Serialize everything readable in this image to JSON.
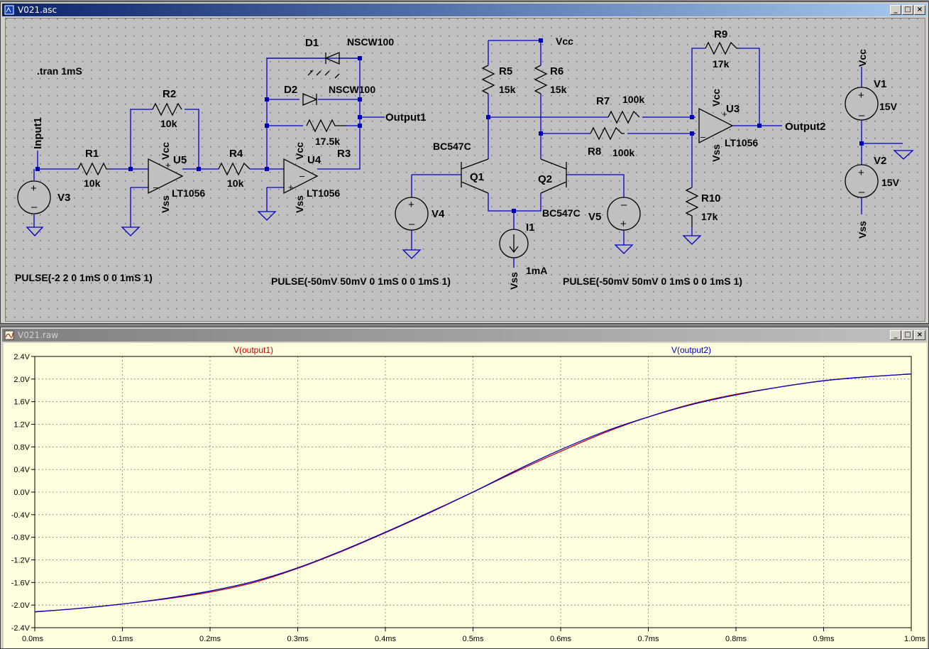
{
  "schematic_window": {
    "title": "V021.asc",
    "buttons": [
      "_",
      "□",
      "×"
    ]
  },
  "schematic": {
    "directive": ".tran 1mS",
    "components": {
      "R1": {
        "name": "R1",
        "value": "10k"
      },
      "R2": {
        "name": "R2",
        "value": "10k"
      },
      "R3": {
        "name": "R3",
        "value": "17.5k"
      },
      "R4": {
        "name": "R4",
        "value": "10k"
      },
      "R5": {
        "name": "R5",
        "value": "15k"
      },
      "R6": {
        "name": "R6",
        "value": "15k"
      },
      "R7": {
        "name": "R7",
        "value": "100k"
      },
      "R8": {
        "name": "R8",
        "value": "100k"
      },
      "R9": {
        "name": "R9",
        "value": "17k"
      },
      "R10": {
        "name": "R10",
        "value": "17k"
      },
      "D1": {
        "name": "D1",
        "value": "NSCW100"
      },
      "D2": {
        "name": "D2",
        "value": "NSCW100"
      },
      "U5": {
        "name": "U5",
        "value": "LT1056"
      },
      "U4": {
        "name": "U4",
        "value": "LT1056"
      },
      "U3": {
        "name": "U3",
        "value": "LT1056"
      },
      "Q1": {
        "name": "Q1",
        "value": "BC547C"
      },
      "Q2": {
        "name": "Q2",
        "value": "BC547C"
      },
      "V1": {
        "name": "V1",
        "value": "15V"
      },
      "V2": {
        "name": "V2",
        "value": "15V"
      },
      "V3": {
        "name": "V3"
      },
      "V4": {
        "name": "V4"
      },
      "V5": {
        "name": "V5"
      },
      "I1": {
        "name": "I1",
        "value": "1mA"
      }
    },
    "nets": {
      "vcc": "Vcc",
      "vss": "Vss",
      "input1": "Input1",
      "output1": "Output1",
      "output2": "Output2"
    },
    "sources": {
      "v3": "PULSE(-2 2 0 1mS 0 0 1mS 1)",
      "v4": "PULSE(-50mV 50mV 0 1mS 0 0 1mS 1)",
      "v5": "PULSE(-50mV 50mV 0 1mS 0 0 1mS 1)"
    }
  },
  "waveform_window": {
    "title": "V021.raw",
    "buttons": [
      "_",
      "□",
      "×"
    ]
  },
  "chart_data": {
    "type": "line",
    "title": "",
    "xlabel": "",
    "ylabel": "",
    "xlim": [
      0,
      1.0
    ],
    "ylim": [
      -2.4,
      2.4
    ],
    "x_ticks": [
      "0.0ms",
      "0.1ms",
      "0.2ms",
      "0.3ms",
      "0.4ms",
      "0.5ms",
      "0.6ms",
      "0.7ms",
      "0.8ms",
      "0.9ms",
      "1.0ms"
    ],
    "y_ticks": [
      "2.4V",
      "2.0V",
      "1.6V",
      "1.2V",
      "0.8V",
      "0.4V",
      "0.0V",
      "-0.4V",
      "-0.8V",
      "-1.2V",
      "-1.6V",
      "-2.0V",
      "-2.4V"
    ],
    "grid": true,
    "background": "#ffffe0",
    "x": [
      0.0,
      0.05,
      0.1,
      0.15,
      0.2,
      0.25,
      0.3,
      0.35,
      0.4,
      0.45,
      0.5,
      0.55,
      0.6,
      0.65,
      0.7,
      0.75,
      0.8,
      0.85,
      0.9,
      0.95,
      1.0
    ],
    "series": [
      {
        "name": "V(output1)",
        "color": "#c00000",
        "values": [
          -2.12,
          -2.06,
          -1.98,
          -1.89,
          -1.77,
          -1.6,
          -1.35,
          -1.05,
          -0.72,
          -0.37,
          0.0,
          0.37,
          0.72,
          1.05,
          1.33,
          1.56,
          1.73,
          1.86,
          1.97,
          2.04,
          2.09
        ]
      },
      {
        "name": "V(output2)",
        "color": "#0000c0",
        "values": [
          -2.12,
          -2.06,
          -1.98,
          -1.88,
          -1.75,
          -1.58,
          -1.34,
          -1.04,
          -0.71,
          -0.36,
          0.0,
          0.39,
          0.75,
          1.07,
          1.33,
          1.55,
          1.72,
          1.86,
          1.97,
          2.04,
          2.09
        ]
      }
    ]
  }
}
